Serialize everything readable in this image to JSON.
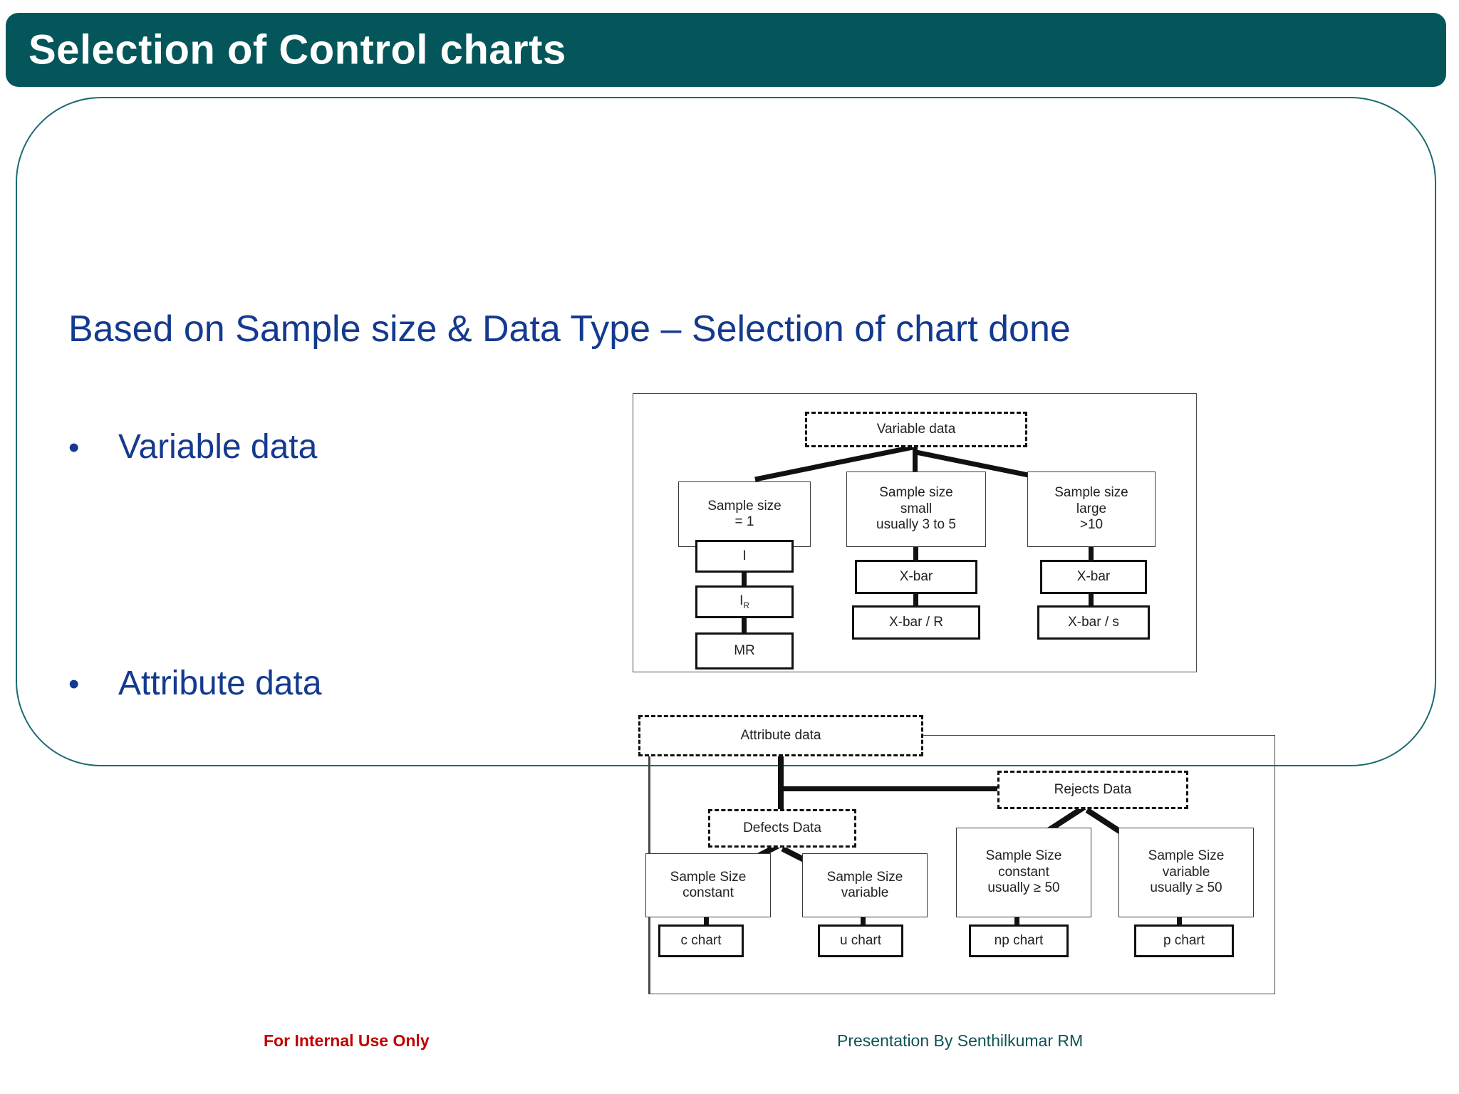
{
  "slide": {
    "title": "Selection of Control charts",
    "heading": "Based on Sample size & Data Type – Selection of chart done",
    "bullets": [
      {
        "marker": "•",
        "label": "Variable data"
      },
      {
        "marker": "•",
        "label": "Attribute data"
      }
    ],
    "footer": {
      "left": "For Internal Use Only",
      "right": "Presentation By Senthilkumar RM"
    },
    "colors": {
      "title_bar": "#04565a",
      "title_text": "#ffffff",
      "heading_text": "#143a8f",
      "bullet_text": "#143a8f",
      "panel_border": "#1d6b72",
      "footer_left": "#c00000",
      "footer_right": "#0f5257",
      "diagram_stroke": "#111111"
    }
  },
  "diagrams": {
    "variable": {
      "root": "Variable data",
      "branches": [
        {
          "condition_line1": "Sample size",
          "condition_line2": "= 1",
          "condition_line3": "",
          "charts": [
            "I",
            "I_R",
            "MR"
          ]
        },
        {
          "condition_line1": "Sample size",
          "condition_line2": "small",
          "condition_line3": "usually 3 to 5",
          "charts": [
            "X-bar",
            "X-bar / R"
          ]
        },
        {
          "condition_line1": "Sample size",
          "condition_line2": "large",
          "condition_line3": ">10",
          "charts": [
            "X-bar",
            "X-bar / s"
          ]
        }
      ],
      "labels": {
        "i_chart": "I",
        "ir_chart_prefix": "I",
        "ir_chart_sub": "R",
        "mr_chart": "MR",
        "xbar": "X-bar",
        "xbar_r": "X-bar / R",
        "xbar_s": "X-bar / s"
      }
    },
    "attribute": {
      "root": "Attribute data",
      "children": [
        {
          "name": "Defects Data",
          "branches": [
            {
              "condition_line1": "Sample Size",
              "condition_line2": "constant",
              "condition_line3": "",
              "chart": "c chart"
            },
            {
              "condition_line1": "Sample Size",
              "condition_line2": "variable",
              "condition_line3": "",
              "chart": "u chart"
            }
          ]
        },
        {
          "name": "Rejects Data",
          "branches": [
            {
              "condition_line1": "Sample Size",
              "condition_line2": "constant",
              "condition_line3": "usually ≥ 50",
              "chart": "np chart"
            },
            {
              "condition_line1": "Sample Size",
              "condition_line2": "variable",
              "condition_line3": "usually ≥ 50",
              "chart": "p chart"
            }
          ]
        }
      ]
    }
  }
}
